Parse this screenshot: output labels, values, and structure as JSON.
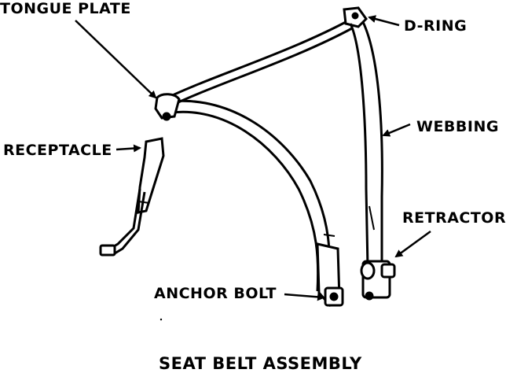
{
  "title": "SEAT BELT ASSEMBLY",
  "labels": {
    "tongue_plate": "TONGUE PLATE",
    "d_ring": "D-RING",
    "receptacle": "RECEPTACLE",
    "webbing": "WEBBING",
    "retractor": "RETRACTOR",
    "anchor_bolt": "ANCHOR BOLT"
  },
  "colors": {
    "ink": "#000000",
    "paper": "#ffffff"
  }
}
